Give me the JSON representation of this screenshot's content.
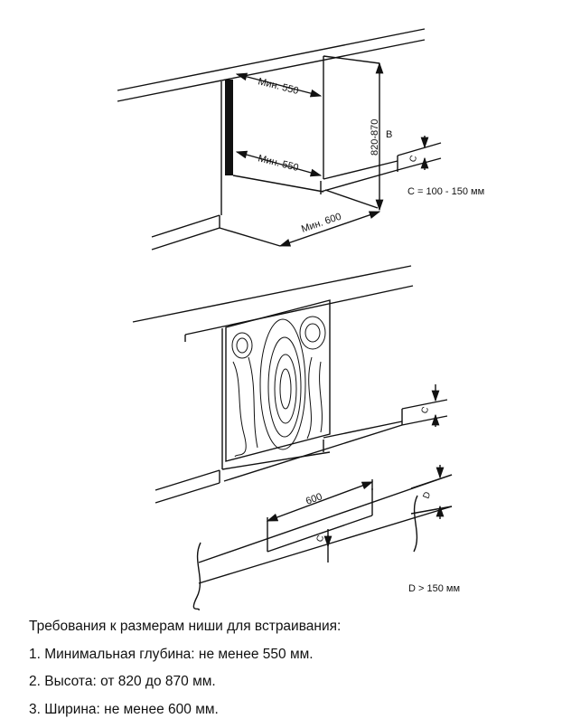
{
  "diagram": {
    "fig1": {
      "depth_top": "Мин. 550",
      "depth_bottom": "Мин. 550",
      "height_range": "820-870",
      "height_label": "B",
      "c_label": "C",
      "c_range": "C = 100 - 150 мм",
      "width": "Мин. 600"
    },
    "fig2": {
      "c_label": "C"
    },
    "fig3": {
      "width": "600",
      "c_label": "C",
      "d_label": "D",
      "d_note": "D > 150 мм"
    }
  },
  "caption": {
    "heading": "Требования к размерам ниши для встраивания:",
    "items": [
      "1. Минимальная глубина: не менее 550 мм.",
      "2. Высота: от 820 до 870 мм.",
      "3. Ширина: не менее 600 мм."
    ]
  }
}
